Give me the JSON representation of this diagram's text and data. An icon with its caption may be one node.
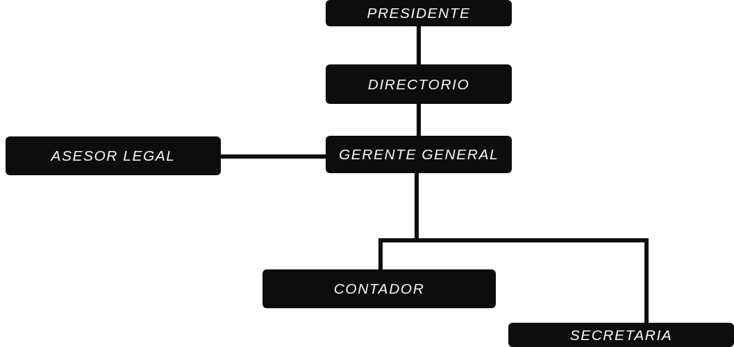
{
  "diagram": {
    "nodes": [
      {
        "text": [
          "PRESIDENTE"
        ]
      },
      {
        "text": [
          "DIRECTORIO"
        ]
      },
      {
        "text": [
          "ASESOR LEGAL"
        ]
      },
      {
        "text": [
          "GERENTE GENERAL"
        ]
      },
      {
        "text": [
          "CONTADOR"
        ]
      },
      {
        "text": [
          "SECRETARIA"
        ]
      }
    ],
    "edges": [
      {
        "from": 0,
        "to": 1,
        "arrow": "none"
      },
      {
        "from": 1,
        "to": 3,
        "arrow": "none"
      },
      {
        "from": 2,
        "to": 3,
        "arrow": "none"
      },
      {
        "from": 3,
        "to": 4,
        "arrow": "none"
      },
      {
        "from": 3,
        "to": 5,
        "arrow": "none"
      }
    ]
  }
}
